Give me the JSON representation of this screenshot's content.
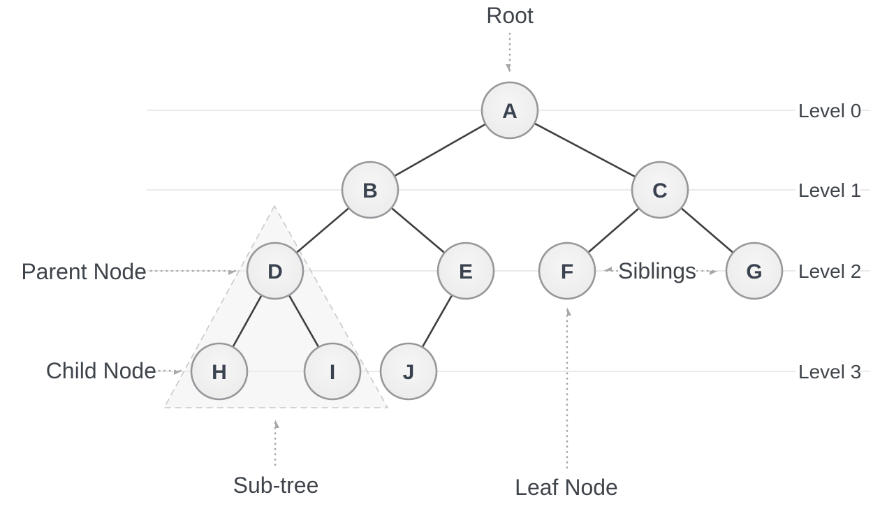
{
  "diagram": {
    "type": "binary-tree-terminology",
    "nodes": [
      {
        "id": "A",
        "label": "A",
        "level": 0
      },
      {
        "id": "B",
        "label": "B",
        "level": 1
      },
      {
        "id": "C",
        "label": "C",
        "level": 1
      },
      {
        "id": "D",
        "label": "D",
        "level": 2
      },
      {
        "id": "E",
        "label": "E",
        "level": 2
      },
      {
        "id": "F",
        "label": "F",
        "level": 2
      },
      {
        "id": "G",
        "label": "G",
        "level": 2
      },
      {
        "id": "H",
        "label": "H",
        "level": 3
      },
      {
        "id": "I",
        "label": "I",
        "level": 3
      },
      {
        "id": "J",
        "label": "J",
        "level": 3
      }
    ],
    "edges": [
      [
        "A",
        "B"
      ],
      [
        "A",
        "C"
      ],
      [
        "B",
        "D"
      ],
      [
        "B",
        "E"
      ],
      [
        "C",
        "F"
      ],
      [
        "C",
        "G"
      ],
      [
        "D",
        "H"
      ],
      [
        "D",
        "I"
      ],
      [
        "E",
        "J"
      ]
    ],
    "levels": [
      {
        "label": "Level 0"
      },
      {
        "label": "Level 1"
      },
      {
        "label": "Level 2"
      },
      {
        "label": "Level 3"
      }
    ],
    "annotations": {
      "root": {
        "label": "Root",
        "points_to": "A"
      },
      "parent_node": {
        "label": "Parent Node",
        "points_to": "D"
      },
      "child_node": {
        "label": "Child Node",
        "points_to": "H"
      },
      "siblings": {
        "label": "Siblings",
        "points_to": "F,G"
      },
      "sub_tree": {
        "label": "Sub-tree",
        "points_to": "D,H,I"
      },
      "leaf_node": {
        "label": "Leaf Node",
        "points_to": "F"
      }
    },
    "colors": {
      "node_fill": "#f1f1f1",
      "node_border": "#95979a",
      "node_letter": "#39424e",
      "tree_edge": "#3f3f3f",
      "level_line": "#e4e4e4",
      "annotation_arrow": "#a8a8a8",
      "label_text": "#3f444b",
      "subtree_outline": "#c9c9c9"
    }
  }
}
